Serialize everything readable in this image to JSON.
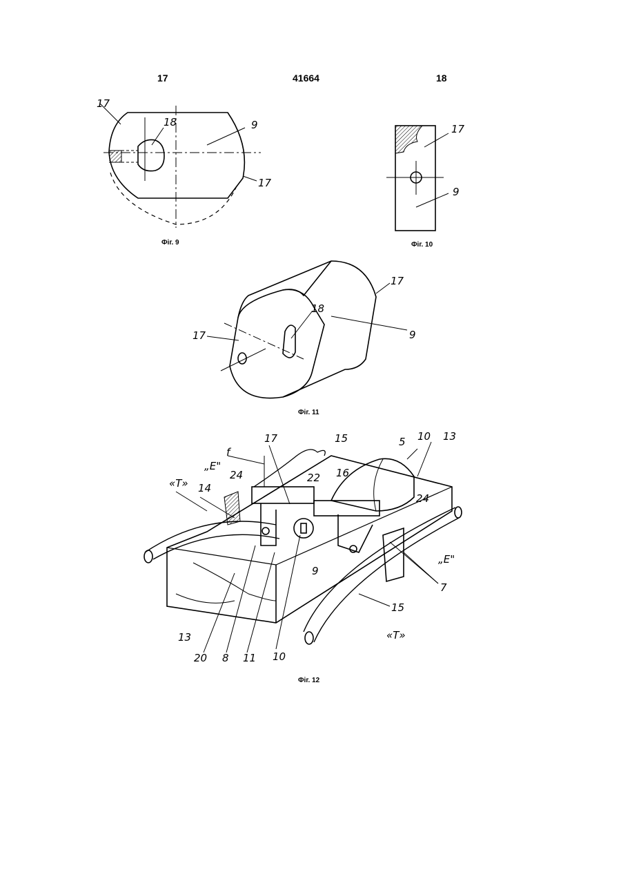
{
  "header": {
    "left_page": "17",
    "patent_number": "41664",
    "right_page": "18"
  },
  "figures": [
    {
      "caption": "Фіг. 9",
      "labels": [
        "17",
        "18",
        "9",
        "17"
      ]
    },
    {
      "caption": "Фіг. 10",
      "labels": [
        "17",
        "9"
      ]
    },
    {
      "caption": "Фіг. 11",
      "labels": [
        "17",
        "18",
        "17",
        "9"
      ]
    },
    {
      "caption": "Фіг. 12",
      "labels": [
        "f",
        "„E\"",
        "24",
        "«T»",
        "14",
        "17",
        "15",
        "5",
        "10",
        "13",
        "22",
        "16",
        "24",
        "„E\"",
        "7",
        "15",
        "«T»",
        "13",
        "20",
        "8",
        "11",
        "10",
        "9"
      ]
    }
  ]
}
